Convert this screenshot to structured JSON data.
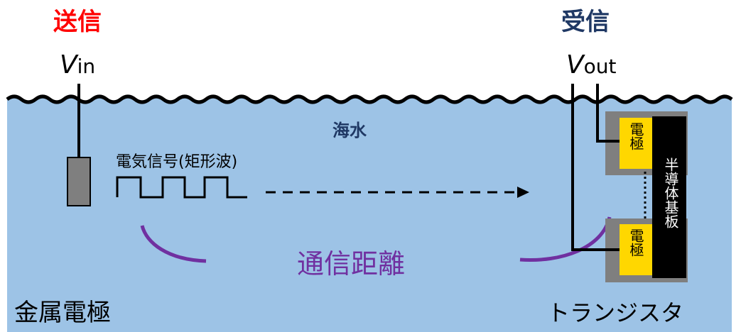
{
  "labels": {
    "send": "送信",
    "receive": "受信",
    "vin_main": "V",
    "vin_sub": "in",
    "vout_main": "V",
    "vout_sub": "out",
    "seawater": "海水",
    "signal": "電気信号(矩形波)",
    "distance": "通信距離",
    "electrode_top": "電極",
    "electrode_bottom": "電極",
    "substrate": "半導体基板",
    "metal_electrode": "金属電極",
    "transistor": "トランジスタ"
  },
  "colors": {
    "sea": "#9dc3e6",
    "send": "#ff0000",
    "receive": "#1f3864",
    "distance": "#7030a0",
    "electrode": "#ffd700",
    "substrate": "#000000",
    "frame": "#7f7f7f",
    "metal": "#7f7f7f"
  }
}
